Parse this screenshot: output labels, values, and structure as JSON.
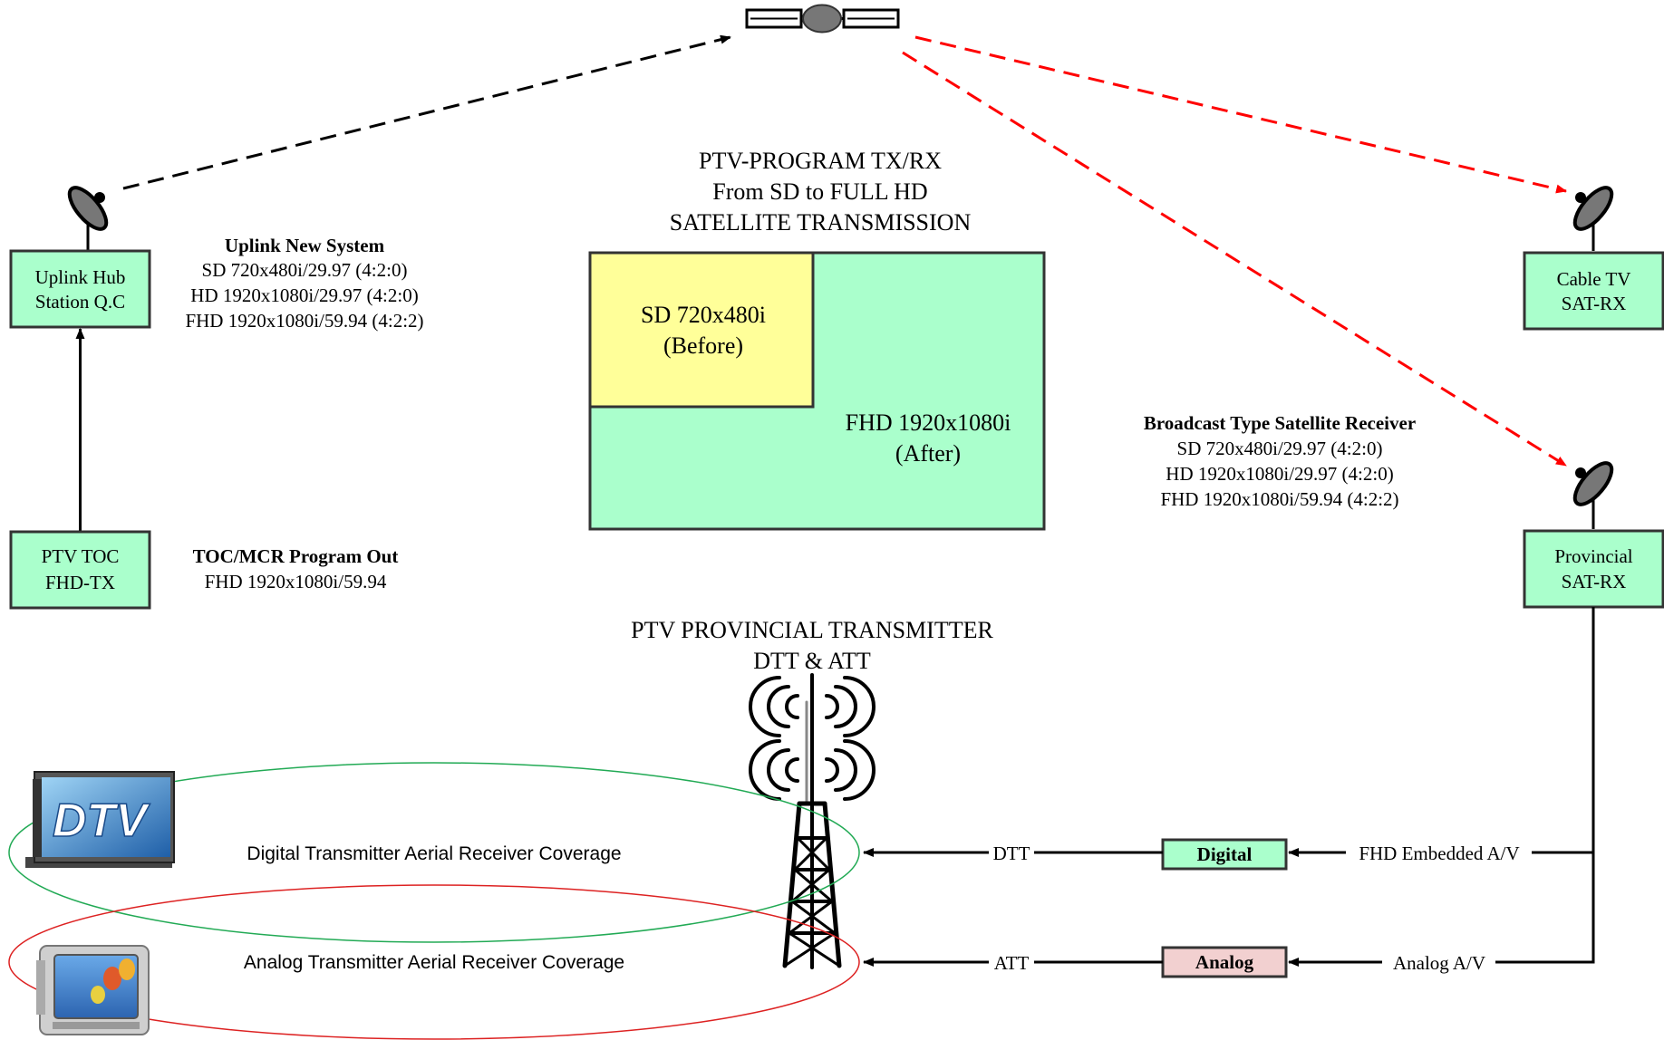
{
  "colors": {
    "box_green": "#aaffcc",
    "box_yellow": "#ffff99",
    "box_pink": "#f2d0d0",
    "uplink_line": "#000000",
    "downlink_line": "#ff0000",
    "digital_ellipse": "#22aa55",
    "analog_ellipse": "#dd2222"
  },
  "satellite": {
    "icon": "satellite-icon"
  },
  "uplink_hub": {
    "line1": "Uplink Hub",
    "line2": "Station Q.C"
  },
  "uplink_info": {
    "title": "Uplink New System",
    "line1": "SD 720x480i/29.97 (4:2:0)",
    "line2": "HD 1920x1080i/29.97 (4:2:0)",
    "line3": "FHD 1920x1080i/59.94 (4:2:2)"
  },
  "toc": {
    "line1": "PTV TOC",
    "line2": "FHD-TX"
  },
  "toc_info": {
    "title": "TOC/MCR Program Out",
    "line1": "FHD 1920x1080i/59.94"
  },
  "program_title": {
    "line1": "PTV-PROGRAM TX/RX",
    "line2": "From SD to FULL HD",
    "line3": "SATELLITE TRANSMISSION"
  },
  "sd_box": {
    "line1": "SD 720x480i",
    "line2": "(Before)"
  },
  "fhd_box": {
    "line1": "FHD 1920x1080i",
    "line2": "(After)"
  },
  "cable_tv": {
    "line1": "Cable TV",
    "line2": "SAT-RX"
  },
  "receiver_info": {
    "title": "Broadcast Type Satellite Receiver",
    "line1": "SD 720x480i/29.97 (4:2:0)",
    "line2": "HD 1920x1080i/29.97 (4:2:0)",
    "line3": "FHD 1920x1080i/59.94 (4:2:2)"
  },
  "provincial": {
    "line1": "Provincial",
    "line2": "SAT-RX"
  },
  "transmitter_title": {
    "line1": "PTV PROVINCIAL TRANSMITTER",
    "line2": "DTT & ATT"
  },
  "digital_box": "Digital",
  "analog_box": "Analog",
  "labels": {
    "dtt": "DTT",
    "att": "ATT",
    "fhd_embedded": "FHD Embedded A/V",
    "analog_av": "Analog A/V"
  },
  "coverage": {
    "digital": "Digital Transmitter Aerial Receiver Coverage",
    "analog": "Analog Transmitter Aerial Receiver Coverage"
  },
  "dtv_logo": "DTV"
}
